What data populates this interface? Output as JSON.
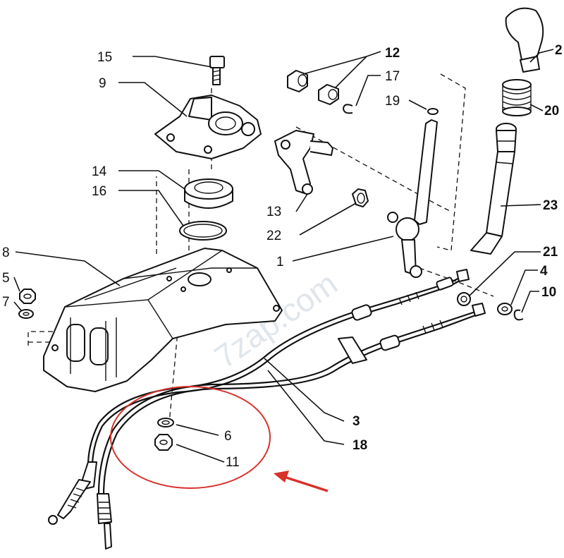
{
  "diagram": {
    "watermark": "7zap.com",
    "callouts": [
      {
        "id": "c1",
        "text": "1"
      },
      {
        "id": "c2",
        "text": "2"
      },
      {
        "id": "c3",
        "text": "3"
      },
      {
        "id": "c4",
        "text": "4"
      },
      {
        "id": "c5",
        "text": "5"
      },
      {
        "id": "c6",
        "text": "6"
      },
      {
        "id": "c7",
        "text": "7"
      },
      {
        "id": "c8",
        "text": "8"
      },
      {
        "id": "c9",
        "text": "9"
      },
      {
        "id": "c10",
        "text": "10"
      },
      {
        "id": "c11",
        "text": "11"
      },
      {
        "id": "c12",
        "text": "12"
      },
      {
        "id": "c13",
        "text": "13"
      },
      {
        "id": "c14",
        "text": "14"
      },
      {
        "id": "c15",
        "text": "15"
      },
      {
        "id": "c16",
        "text": "16"
      },
      {
        "id": "c17",
        "text": "17"
      },
      {
        "id": "c18",
        "text": "18"
      },
      {
        "id": "c19",
        "text": "19"
      },
      {
        "id": "c20",
        "text": "20"
      },
      {
        "id": "c21",
        "text": "21"
      },
      {
        "id": "c22",
        "text": "22"
      },
      {
        "id": "c23",
        "text": "23"
      }
    ],
    "highlight": {
      "color": "#d9302a"
    }
  }
}
